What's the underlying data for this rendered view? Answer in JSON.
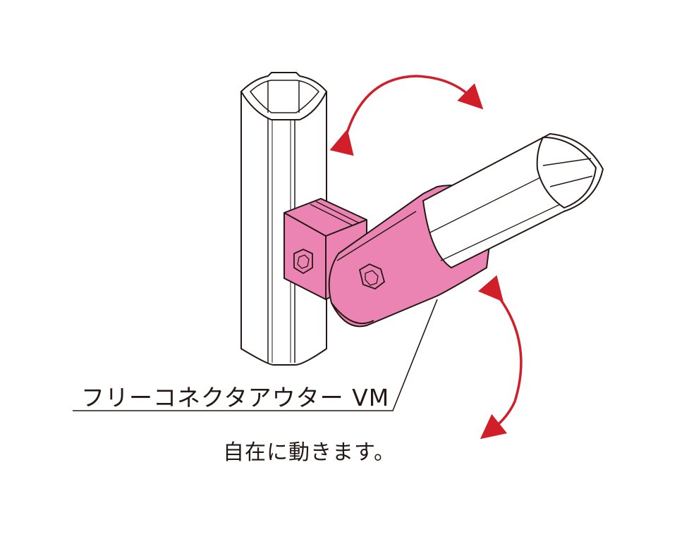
{
  "product": {
    "name": "フリーコネクタアウター VM"
  },
  "caption": {
    "text": "自在に動きます。"
  },
  "colors": {
    "connector_pink": "#EC84B3",
    "arrow_red": "#D11F2A",
    "line": "#231815",
    "pipe_fill": "#ffffff"
  },
  "icons": {
    "rotation_arrow_top": "curved-double-arrow",
    "rotation_arrow_right": "curved-double-arrow"
  }
}
